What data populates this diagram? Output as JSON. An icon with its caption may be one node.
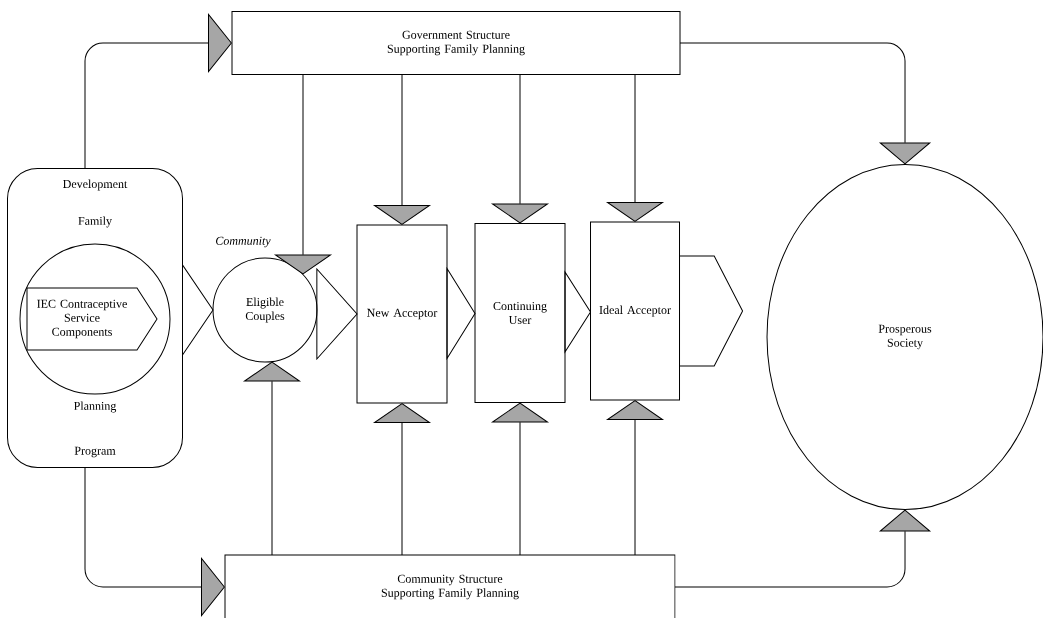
{
  "diagram": {
    "nodes": [
      {
        "text": [
          "Development",
          "Family",
          "Planning",
          "Program"
        ]
      },
      {
        "text": [],
        "shape": "circle",
        "in": 0
      },
      {
        "text": [
          "IEC Contraceptive Service Components"
        ],
        "in": 1
      },
      {
        "text": [
          "Community",
          "Eligible Couples"
        ]
      },
      {
        "text": [
          "New Acceptor"
        ]
      },
      {
        "text": [
          "Continuing User"
        ]
      },
      {
        "text": [
          "Ideal Acceptor"
        ]
      },
      {
        "text": [
          "Prosperous Society"
        ]
      },
      {
        "text": [
          "Government Structure Supporting Family Planning"
        ]
      },
      {
        "text": [
          "Community Structure Supporting Family Planning"
        ]
      }
    ],
    "edges": [
      {
        "from": 0,
        "to": 3,
        "arrow": "to"
      },
      {
        "from": 3,
        "to": 4,
        "arrow": "to"
      },
      {
        "from": 4,
        "to": 5,
        "arrow": "to"
      },
      {
        "from": 5,
        "to": 6,
        "arrow": "to"
      },
      {
        "from": 6,
        "to": 7,
        "arrow": "to"
      },
      {
        "from": 0,
        "to": 8,
        "arrow": "to"
      },
      {
        "from": 8,
        "to": 7,
        "arrow": "to"
      },
      {
        "from": 8,
        "to": 3,
        "arrow": "to"
      },
      {
        "from": 8,
        "to": 4,
        "arrow": "to"
      },
      {
        "from": 8,
        "to": 5,
        "arrow": "to"
      },
      {
        "from": 8,
        "to": 6,
        "arrow": "to"
      },
      {
        "from": 0,
        "to": 9,
        "arrow": "to"
      },
      {
        "from": 9,
        "to": 7,
        "arrow": "to"
      },
      {
        "from": 9,
        "to": 3,
        "arrow": "to"
      },
      {
        "from": 9,
        "to": 4,
        "arrow": "to"
      },
      {
        "from": 9,
        "to": 5,
        "arrow": "to"
      },
      {
        "from": 9,
        "to": 6,
        "arrow": "to"
      }
    ]
  }
}
